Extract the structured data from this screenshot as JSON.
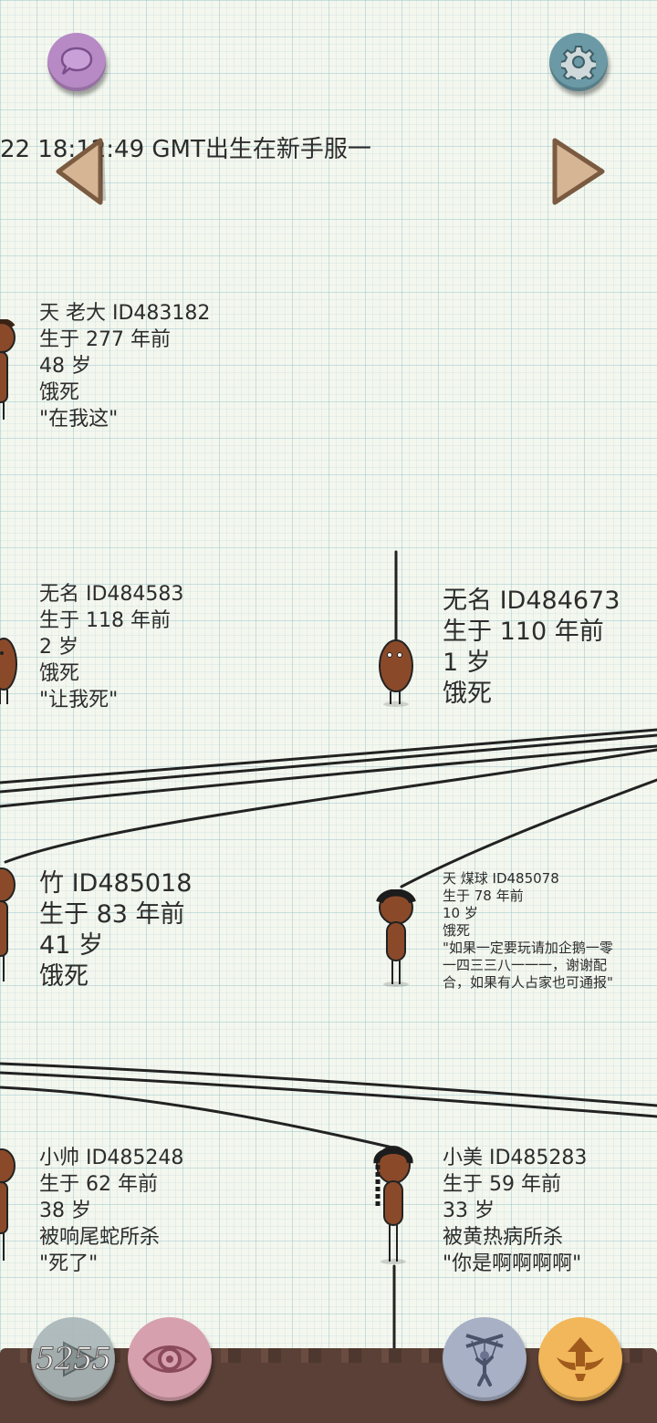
{
  "header": {
    "birth_line": "22 18:12:49 GMT出生在新手服一"
  },
  "buttons": {
    "chat_icon": "chat-bubble-icon",
    "settings_icon": "gear-icon",
    "prev_icon": "left-arrow-icon",
    "next_icon": "right-arrow-icon",
    "play_icon": "play-icon",
    "eye_icon": "eye-icon",
    "puppet_icon": "puppet-icon",
    "upgrade_icon": "winged-arrow-icon",
    "play_count": "5255"
  },
  "colors": {
    "chat": "#b78ac6",
    "settings": "#6b9aa6",
    "eye": "#d7a0ae",
    "puppet": "#a8b0c6",
    "upgrade": "#f2b75a",
    "arrow": "#d6b594",
    "skin": "#8a4a2a",
    "soil": "#5a4036"
  },
  "people": [
    {
      "name": "天 老大 ID483182",
      "born": "生于 277 年前",
      "age": "48 岁",
      "cause": "饿死",
      "quote": "\"在我这\""
    },
    {
      "name": "无名 ID484583",
      "born": "生于 118 年前",
      "age": "2 岁",
      "cause": "饿死",
      "quote": "\"让我死\""
    },
    {
      "name": "无名 ID484673",
      "born": "生于 110 年前",
      "age": "1 岁",
      "cause": "饿死"
    },
    {
      "name": " 竹 ID485018",
      "born": "生于 83 年前",
      "age": "41 岁",
      "cause": "饿死"
    },
    {
      "name": "天 煤球 ID485078",
      "born": "生于 78 年前",
      "age": "10 岁",
      "cause": "饿死",
      "quote1": "\"如果一定要玩请加企鹅一零",
      "quote2": "一四三三八一一一，谢谢配",
      "quote3": "合，如果有人占家也可通报\""
    },
    {
      "name": " 小帅 ID485248",
      "born": "生于 62 年前",
      "age": "38 岁",
      "cause": "被响尾蛇所杀",
      "quote": "\"死了\""
    },
    {
      "name": " 小美 ID485283",
      "born": "生于 59 年前",
      "age": "33 岁",
      "cause": "被黄热病所杀",
      "quote": "\"你是啊啊啊啊\""
    }
  ]
}
